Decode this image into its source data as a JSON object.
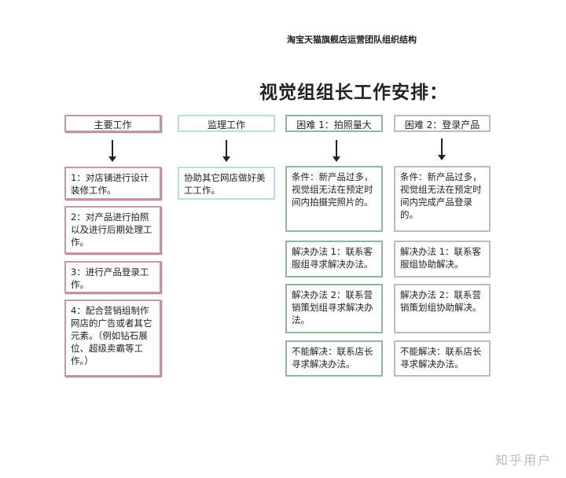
{
  "page_title": "淘宝天猫旗舰店运营团队组织结构",
  "heading": "视觉组组长工作安排：",
  "columns": [
    {
      "header": "主要工作",
      "items": [
        "1：对店铺进行设计装修工作。",
        "2：对产品进行拍照以及进行后期处理工作。",
        "3：进行产品登录工作。",
        "4：配合营销组制作网店的广告或者其它元素。（例如钻石展位、超级卖霸等工作。）"
      ]
    },
    {
      "header": "监理工作",
      "items": [
        "协助其它网店做好美工工作。"
      ]
    },
    {
      "header": "困难 1：拍照量大",
      "items": [
        "条件：新产品过多，视觉组无法在预定时间内拍摄完照片的。",
        "解决办法 1：联系客服组寻求解决办法。",
        "解决办法 2：联系营销策划组寻求解决办法。",
        "不能解决：联系店长寻求解决办法。"
      ]
    },
    {
      "header": "困难 2：登录产品",
      "items": [
        "条件：新产品过多，视觉组无法在预定时间内完成产品登录的。",
        "解决办法 1：联系客服组协助解决。",
        "解决办法 2：联系营销策划组协助解决。",
        "不能解决：联系店长寻求解决办法。"
      ]
    }
  ],
  "watermark": "知乎用户"
}
